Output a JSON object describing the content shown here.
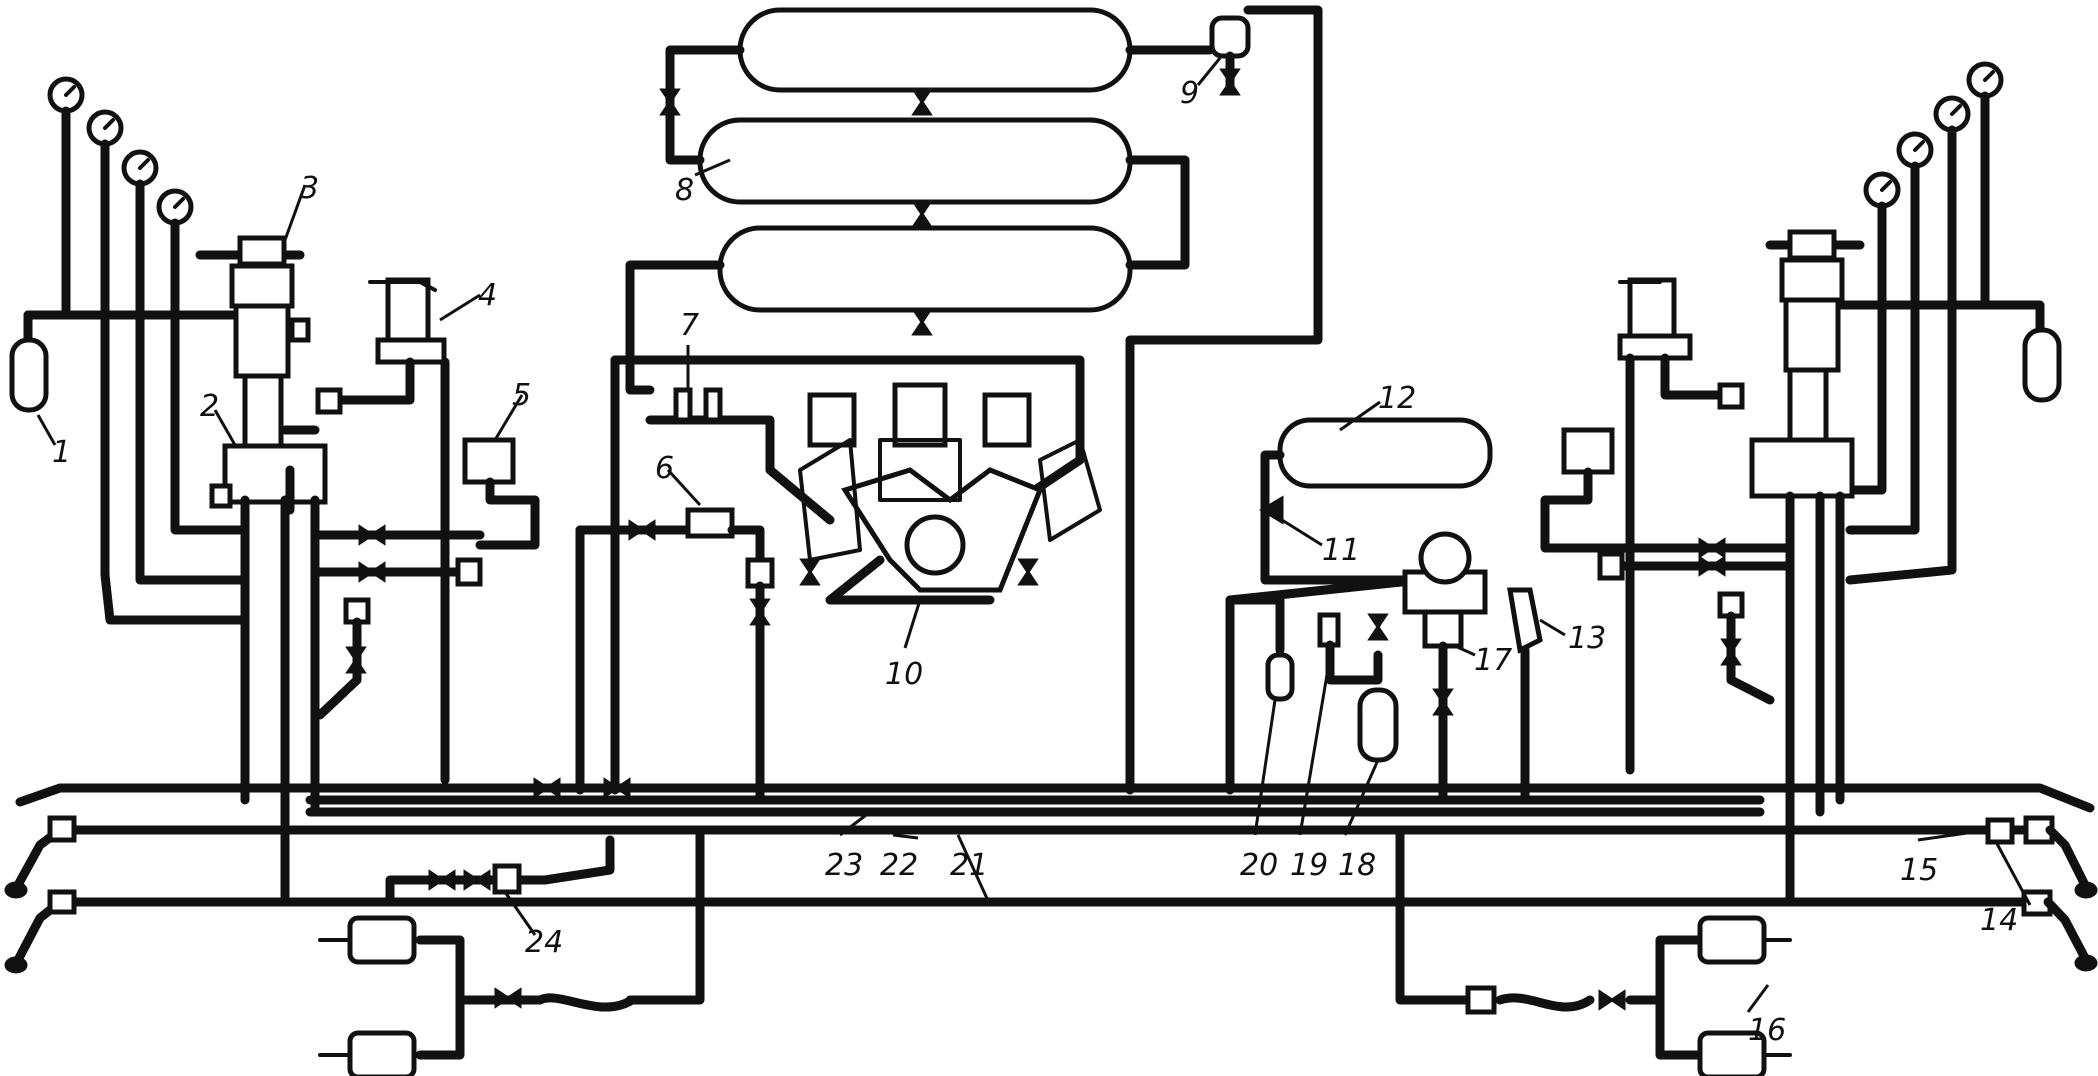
{
  "labels": {
    "l1": "1",
    "l2": "2",
    "l3": "3",
    "l4": "4",
    "l5": "5",
    "l6": "6",
    "l7": "7",
    "l8": "8",
    "l9": "9",
    "l10": "10",
    "l11": "11",
    "l12": "12",
    "l13": "13",
    "l14": "14",
    "l15": "15",
    "l16": "16",
    "l17": "17",
    "l18": "18",
    "l19": "19",
    "l20": "20",
    "l21": "21",
    "l22": "22",
    "l23": "23",
    "l24": "24"
  }
}
